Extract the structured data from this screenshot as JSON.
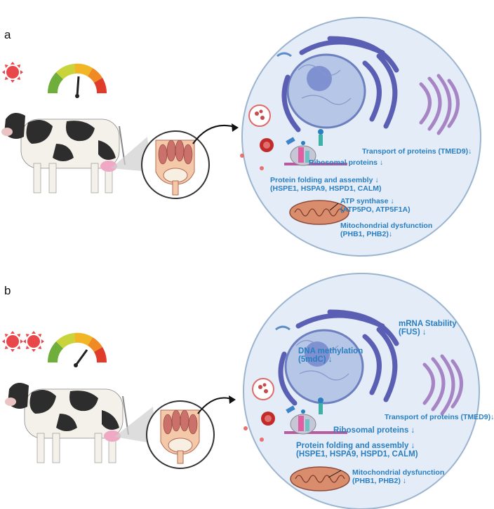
{
  "panel_a": {
    "label": "a",
    "transport": "Transport of proteins (TMED9)↓",
    "ribosomal": "Ribosomal proteins ↓",
    "folding_title": "Protein folding and assembly ↓",
    "folding_genes": "(HSPE1, HSPA9, HSPD1, CALM)",
    "atp_title": "ATP synthase  ↓",
    "atp_genes": "(ATP5PO, ATP5F1A)",
    "mito_title": "Mitochondrial dysfunction",
    "mito_genes": "(PHB1, PHB2)↓"
  },
  "panel_b": {
    "label": "b",
    "mrna_title": "mRNA Stability",
    "mrna_genes": "(FUS) ↓",
    "dna_title": "DNA methylation",
    "dna_genes": "(5mdC) ↓",
    "transport": "Transport of proteins (TMED9)↓",
    "ribosomal": "Ribosomal proteins ↓",
    "folding_title": "Protein folding and assembly ↓",
    "folding_genes": "(HSPE1, HSPA9, HSPD1, CALM)",
    "mito_title": "Mitochondrial dysfunction",
    "mito_genes": "(PHB1, PHB2)  ↓"
  },
  "colors": {
    "annotation": "#2a7fc1",
    "cell_fill": "#e3ecf7",
    "er": "#5b5fb4",
    "golgi": "#a784c4",
    "sun": "#e8484a"
  },
  "icons": [
    "sun-icon",
    "thermometer-gauge-icon",
    "cow-icon",
    "udder-tissue-icon",
    "ribosome-icon",
    "mitochondrion-icon",
    "nucleus-icon",
    "golgi-icon"
  ]
}
